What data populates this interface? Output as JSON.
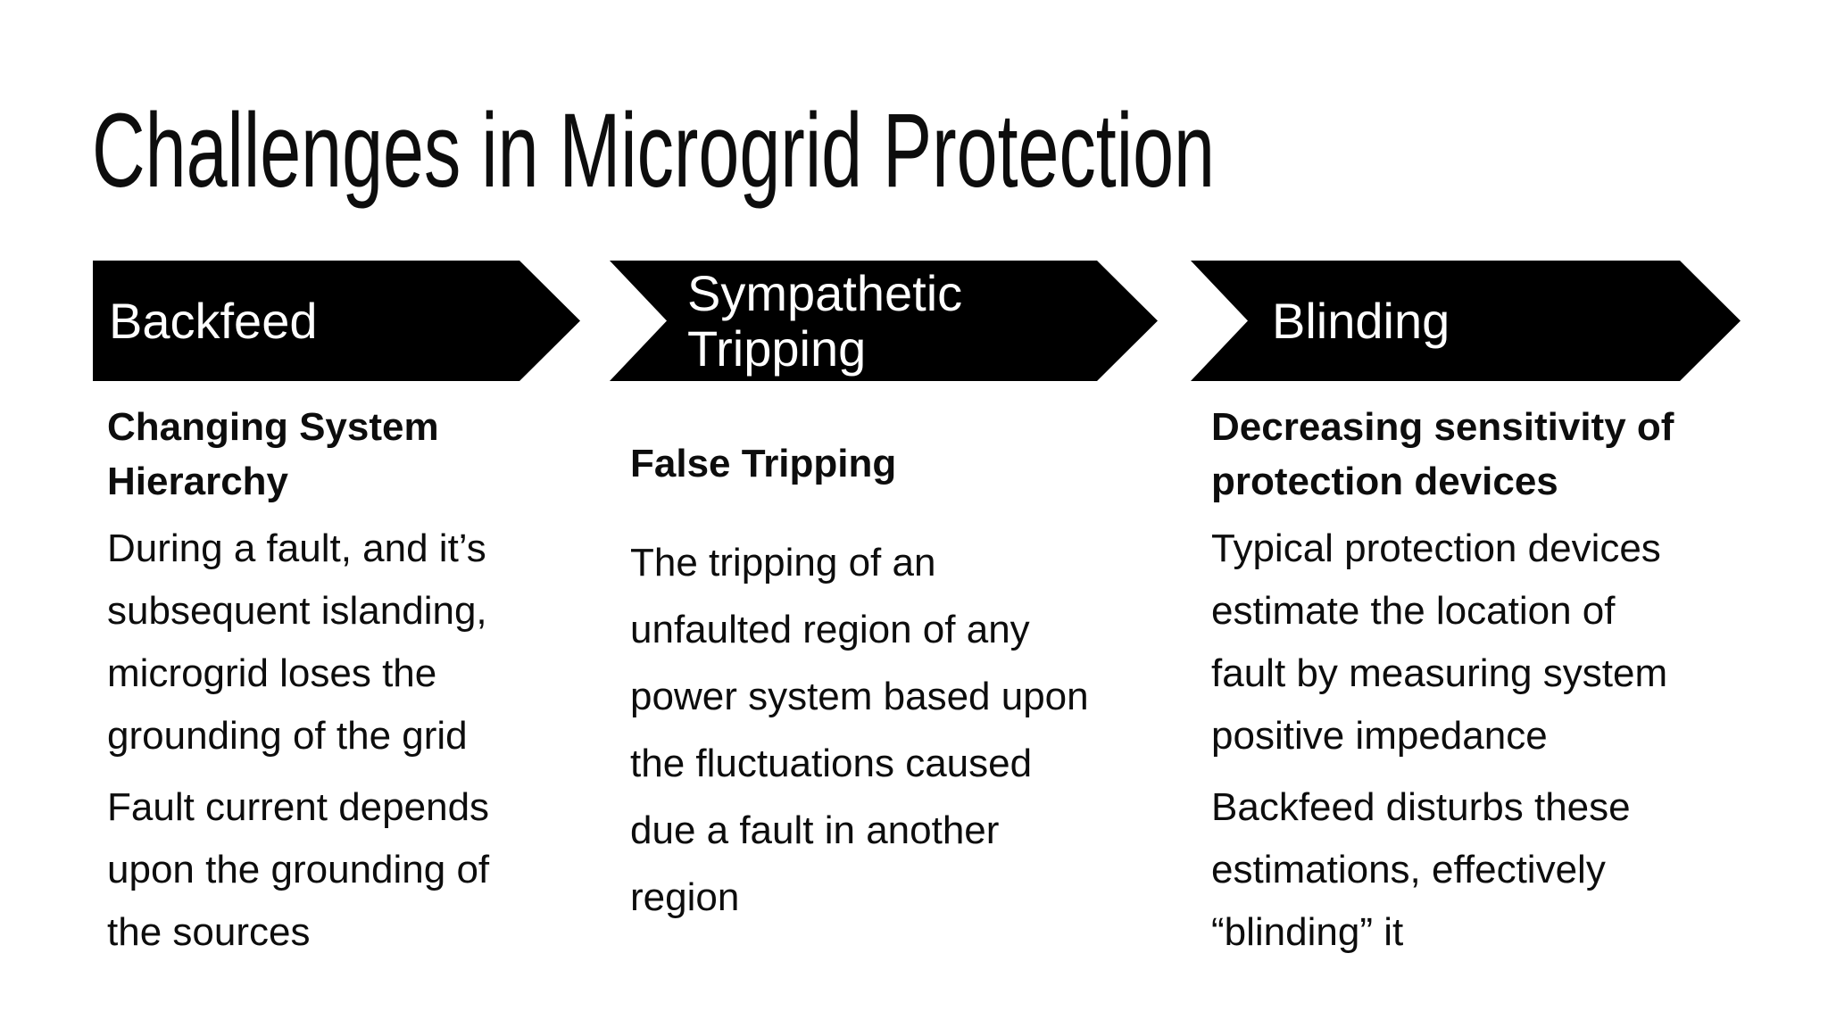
{
  "slide": {
    "title": "Challenges in Microgrid Protection",
    "background_color": "#ffffff",
    "arrow_color": "#000000",
    "arrow_text_color": "#ffffff",
    "body_text_color": "#0d0d0d",
    "steps": [
      {
        "label_lines": [
          "Backfeed"
        ],
        "heading_lines": [
          "Changing System",
          "Hierarchy"
        ],
        "paragraphs": [
          [
            "During a fault, and it’s",
            "subsequent islanding,",
            "microgrid loses the",
            "grounding of the grid"
          ],
          [
            "Fault current depends",
            "upon the grounding of",
            "the sources"
          ]
        ]
      },
      {
        "label_lines": [
          "Sympathetic",
          "Tripping"
        ],
        "heading_lines": [
          "False Tripping"
        ],
        "paragraphs": [
          [
            "The tripping of an",
            "unfaulted region of any",
            "power system based upon",
            "the fluctuations caused",
            "due a fault in another",
            "region"
          ]
        ]
      },
      {
        "label_lines": [
          "Blinding"
        ],
        "heading_lines": [
          "Decreasing sensitivity of",
          "protection devices"
        ],
        "paragraphs": [
          [
            "Typical protection devices",
            "estimate the location of",
            "fault by measuring system",
            "positive impedance"
          ],
          [
            "Backfeed disturbs these",
            "estimations, effectively",
            "“blinding” it"
          ]
        ]
      }
    ]
  }
}
